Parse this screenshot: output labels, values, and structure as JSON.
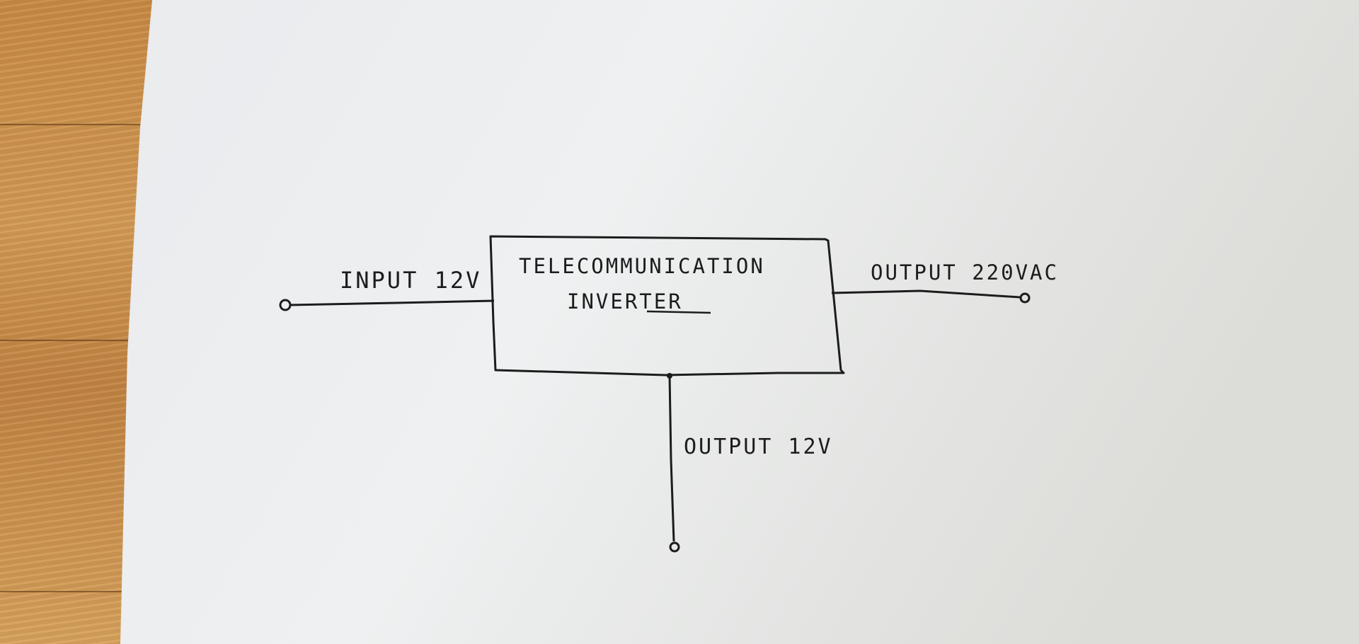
{
  "diagram": {
    "block": {
      "title_line1": "TELECOMMUNICATION",
      "title_line2": "INVERTER"
    },
    "input_label": "INPUT 12V",
    "output_ac_label": "OUTPUT 220VAC",
    "output_dc_label": "OUTPUT 12V"
  },
  "colors": {
    "paper": "#eceef0",
    "ink": "#1c1c1c",
    "floor": "#c98f4a"
  }
}
